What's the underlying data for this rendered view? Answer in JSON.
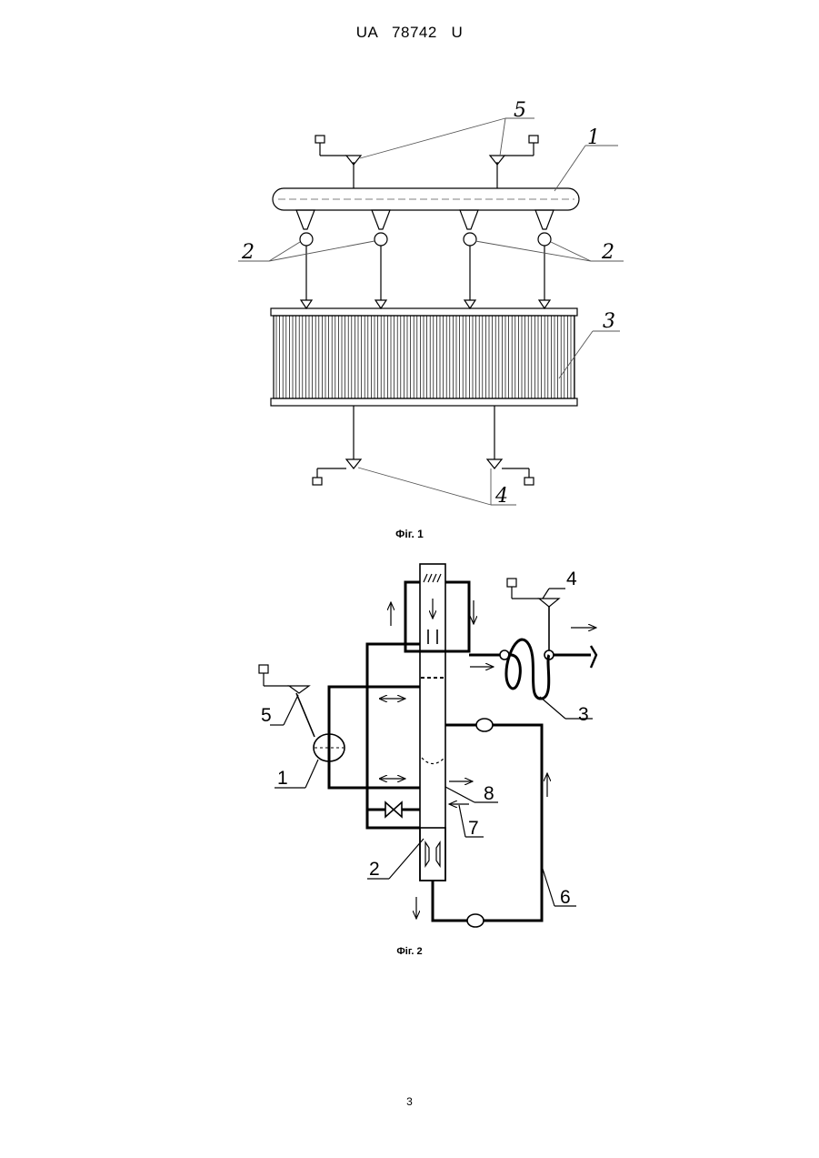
{
  "header": {
    "doc_number": "UA   78742   U"
  },
  "figures": [
    {
      "caption": "Фіг. 1",
      "labels": {
        "l1": "1",
        "l2a": "2",
        "l2b": "2",
        "l3": "3",
        "l4": "4",
        "l5": "5"
      }
    },
    {
      "caption": "Фіг. 2",
      "labels": {
        "l1": "1",
        "l2": "2",
        "l3": "3",
        "l4": "4",
        "l5": "5",
        "l6": "6",
        "l7": "7",
        "l8": "8"
      }
    }
  ],
  "footer": {
    "page_number": "3"
  }
}
